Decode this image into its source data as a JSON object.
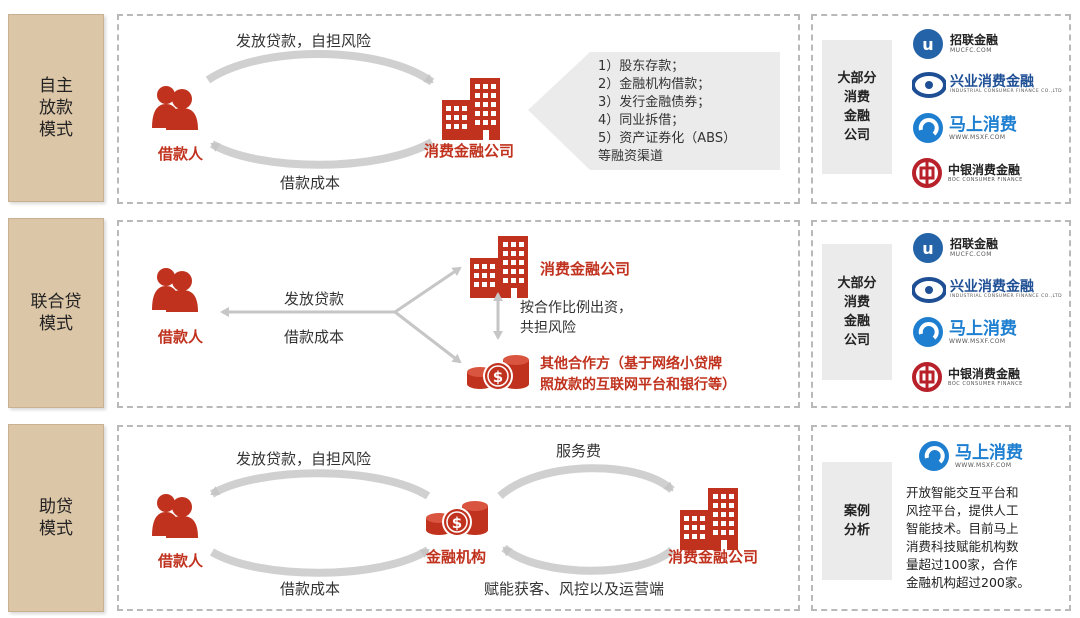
{
  "colors": {
    "accent_red": "#c0321e",
    "label_bg": "#dcc6a8",
    "arrow_gray": "#cccccc"
  },
  "rows": [
    {
      "mode": "自主\n放款\n模式",
      "borrower": "借款人",
      "top_arrow_label": "发放贷款，自担风险",
      "bottom_arrow_label": "借款成本",
      "company": "消费金融公司",
      "funding_list": "1）股东存款；\n2）金融机构借款；\n3）发行金融债券；\n4）同业拆借；\n5）资产证券化（ABS）\n等融资渠道",
      "side_label": "大部分\n消费\n金融\n公司"
    },
    {
      "mode": "联合贷\n模式",
      "borrower": "借款人",
      "upper_label": "发放贷款",
      "lower_label": "借款成本",
      "company": "消费金融公司",
      "ratio_label": "按合作比例出资，\n共担风险",
      "partner": "其他合作方（基于网络小贷牌\n照放款的互联网平台和银行等）",
      "side_label": "大部分\n消费\n金融\n公司"
    },
    {
      "mode": "助贷\n模式",
      "borrower": "借款人",
      "top_arrow_label": "发放贷款，自担风险",
      "bottom_arrow_label": "借款成本",
      "institution": "金融机构",
      "service_fee": "服务费",
      "enable_label": "赋能获客、风控以及运营端",
      "company": "消费金融公司",
      "side_label": "案例\n分析",
      "case_text": "开放智能交互平台和\n风控平台，提供人工\n智能技术。目前马上\n消费科技赋能机构数\n量超过100家，合作\n金融机构超过200家。"
    }
  ],
  "logos": {
    "zhaolian": {
      "name": "招联金融",
      "sub": "MUCFC.COM",
      "icon": "mu-logo-icon"
    },
    "xingye": {
      "name": "兴业消费金融",
      "sub": "INDUSTRIAL CONSUMER FINANCE CO.,LTD",
      "icon": "swirl-logo-icon"
    },
    "mashang": {
      "name": "马上消费",
      "sub": "WWW.MSXF.COM",
      "icon": "ma-logo-icon"
    },
    "zhongyin": {
      "name": "中银消费金融",
      "sub": "BOC CONSUMER FINANCE",
      "icon": "boc-logo-icon"
    }
  }
}
